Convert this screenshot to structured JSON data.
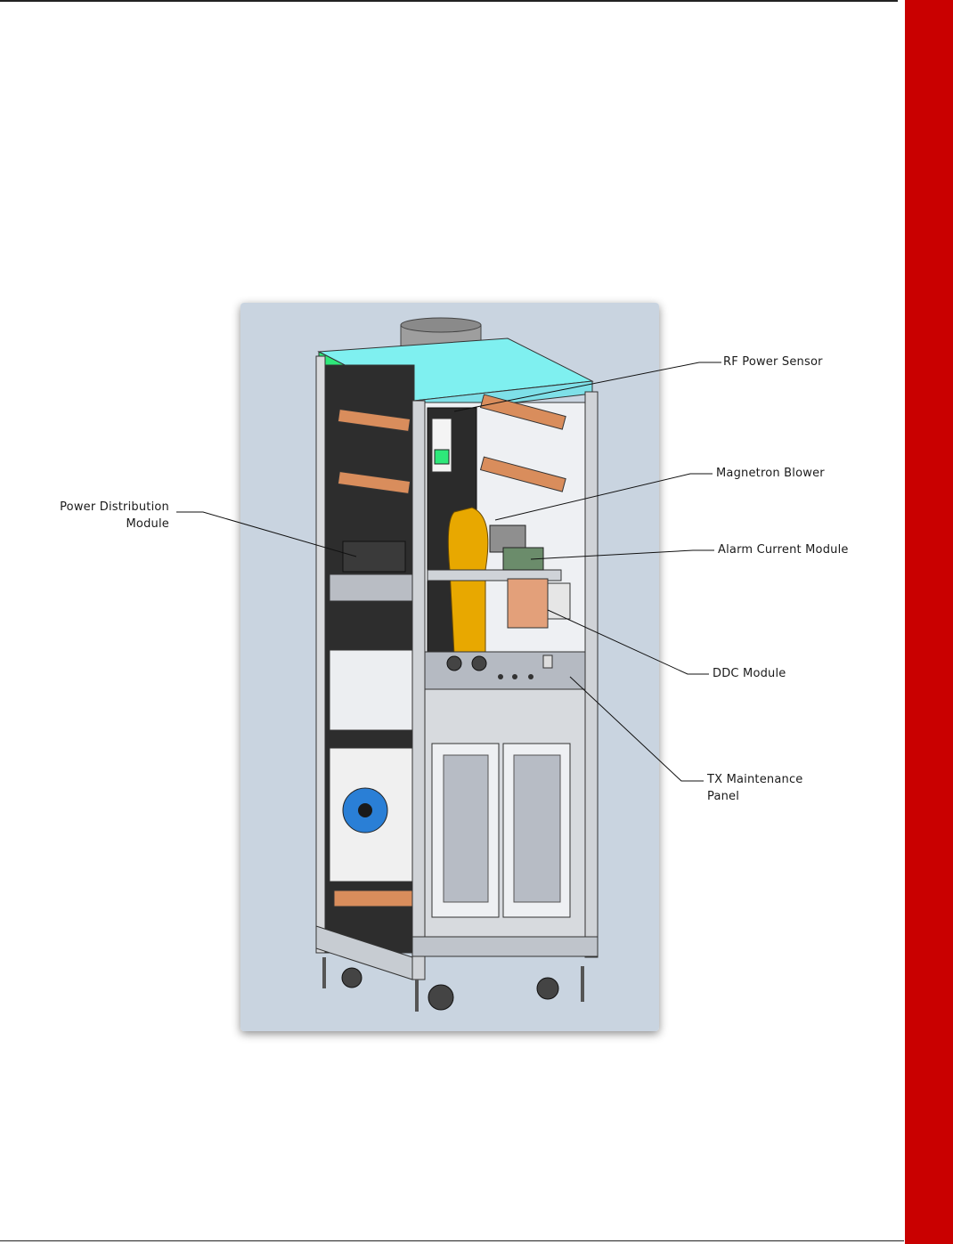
{
  "colors": {
    "side_tab": "#c90000",
    "figure_background": "#c9d4e0",
    "top_panel": "#7ff0f0",
    "accent_green": "#2ee87a",
    "blower_yellow": "#e8a800",
    "copper": "#d98d5c"
  },
  "callouts": {
    "rf_power_sensor": "RF Power Sensor",
    "magnetron_blower": "Magnetron Blower",
    "power_distribution_line1": "Power Distribution",
    "power_distribution_line2": "Module",
    "alarm_current_module": "Alarm Current Module",
    "ddc_module": "DDC Module",
    "tx_maintenance_line1": "TX Maintenance",
    "tx_maintenance_line2": "Panel"
  }
}
